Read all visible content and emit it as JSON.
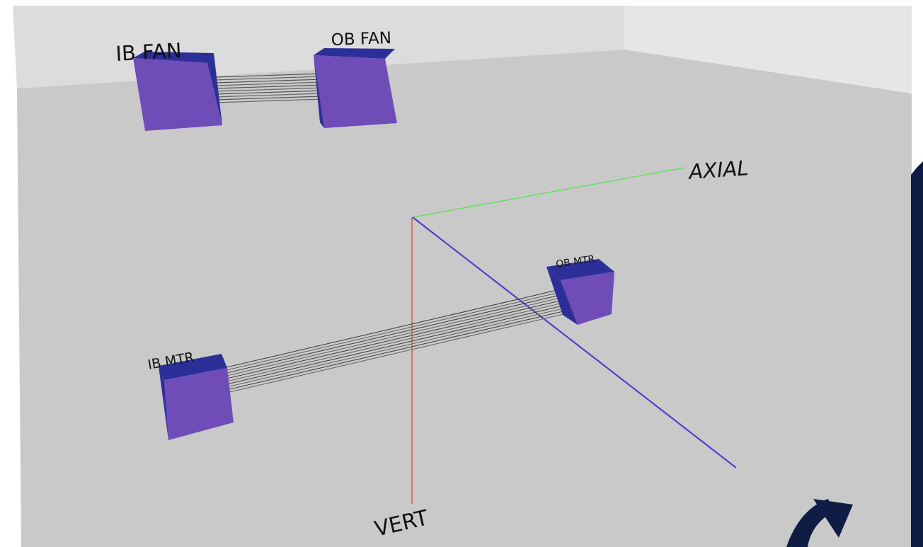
{
  "viewer": {
    "labels": {
      "ib_fan": "IB FAN",
      "ob_fan": "OB FAN",
      "ib_mtr": "IB MTR",
      "ob_mtr": "OB MTR",
      "axial": "AXIAL",
      "vert": "VERT"
    },
    "colors": {
      "floor": "#c9c9c9",
      "back_wall": "#dcdcdc",
      "right_wall": "#e6e6e6",
      "cube_face": "#6f4cb7",
      "cube_side": "#2b2f97",
      "axis_axial": "#63e05d",
      "axis_vert": "#e44a2d",
      "axis_horizontal": "#4a3bd1",
      "side_panel": "#0f1d45"
    },
    "icons": {
      "corner_overlay": "rotate-handle-icon"
    }
  }
}
